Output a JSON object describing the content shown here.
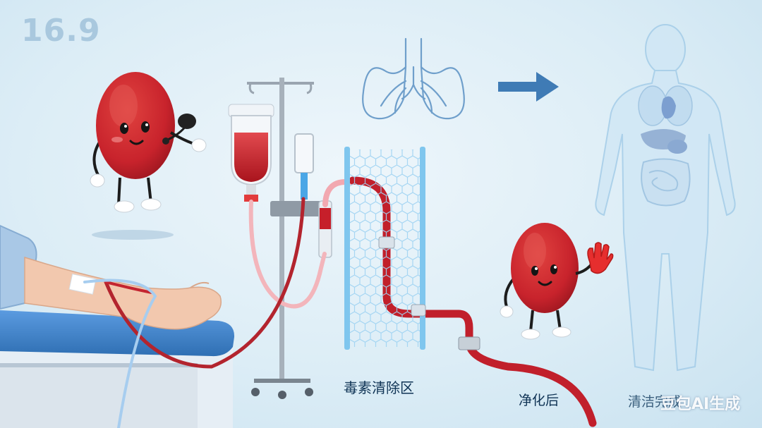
{
  "ratio_label": "16.9",
  "labels": {
    "toxin_zone": "毒素清除区",
    "purified": "净化后",
    "clean": "清洁完成"
  },
  "watermark": "豆包AI生成",
  "icons": {
    "lungs": "lungs-outline-icon",
    "arrow": "arrow-right-icon",
    "body": "human-body-silhouette-icon",
    "mic": "microphone-icon",
    "waving": "waving-hand-icon"
  },
  "colors": {
    "background": "#dcedf6",
    "blood": "#c8232c",
    "tube_blue": "#8fc8ee",
    "filter_blue": "#7fc6ee",
    "outline_blue": "#5d8fbf",
    "arrow": "#3f7bb5",
    "chair_blue": "#3d7fc4"
  }
}
